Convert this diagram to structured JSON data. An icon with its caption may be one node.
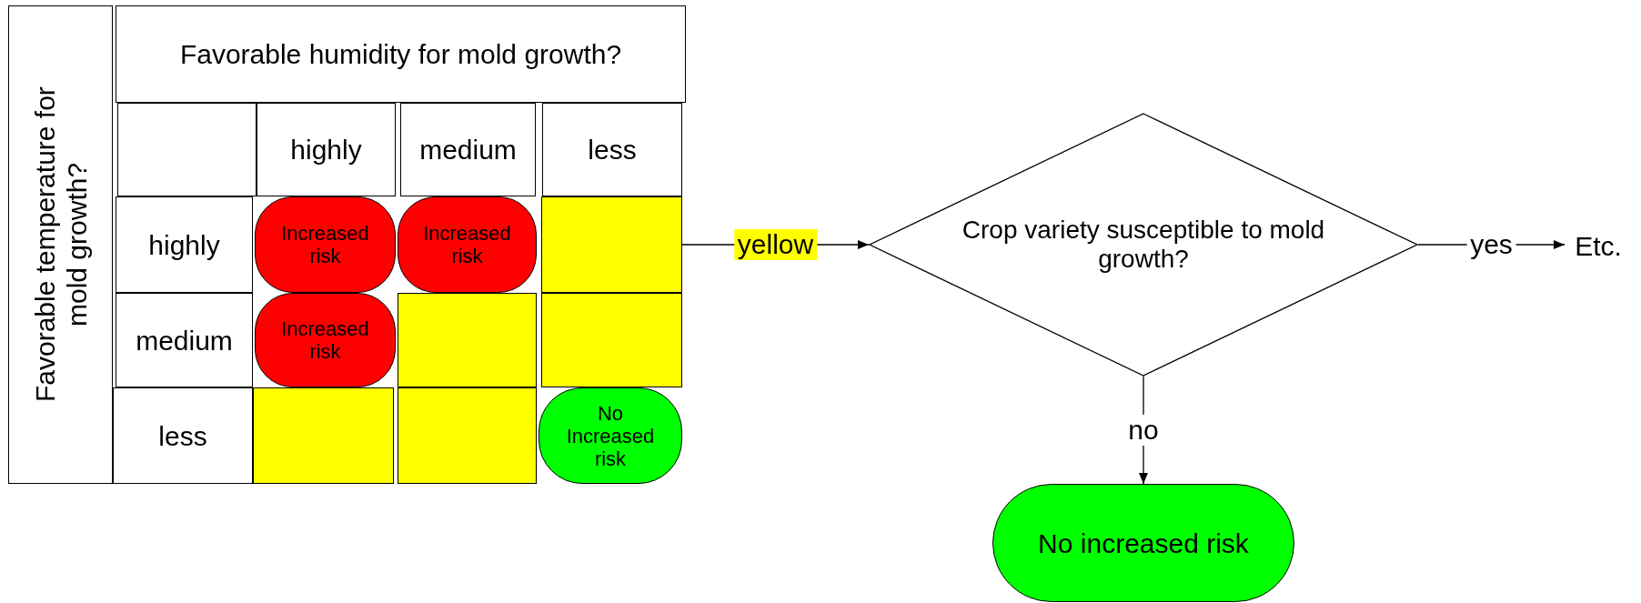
{
  "diagram": {
    "nodes": [
      {
        "text": [
          "Favorable humidity for mold growth?"
        ]
      },
      {
        "text": [
          "Favorable temperature for mold growth?"
        ]
      },
      {
        "text": [],
        "shape": "box"
      },
      {
        "text": [
          "highly"
        ]
      },
      {
        "text": [
          "medium"
        ]
      },
      {
        "text": [
          "less"
        ]
      },
      {
        "text": [
          "highly"
        ]
      },
      {
        "text": [
          "Increased risk"
        ]
      },
      {
        "text": [
          "Increased risk"
        ]
      },
      {
        "text": [],
        "shape": "box"
      },
      {
        "text": [
          "medium"
        ]
      },
      {
        "text": [
          "Increased risk"
        ]
      },
      {
        "text": [],
        "shape": "box"
      },
      {
        "text": [],
        "shape": "box"
      },
      {
        "text": [
          "less"
        ]
      },
      {
        "text": [],
        "shape": "box"
      },
      {
        "text": [],
        "shape": "box"
      },
      {
        "text": [
          "No Increased risk"
        ]
      },
      {
        "text": [
          "Crop variety susceptible to mold growth?"
        ]
      },
      {
        "text": [
          "Etc."
        ]
      },
      {
        "text": [
          "No increased risk"
        ]
      }
    ],
    "edges": [
      {
        "from": 9,
        "to": 18,
        "arrow": "to",
        "label": "yellow"
      },
      {
        "from": 18,
        "to": 19,
        "arrow": "to",
        "label": "yes"
      },
      {
        "from": 18,
        "to": 20,
        "arrow": "to",
        "label": "no"
      }
    ]
  }
}
